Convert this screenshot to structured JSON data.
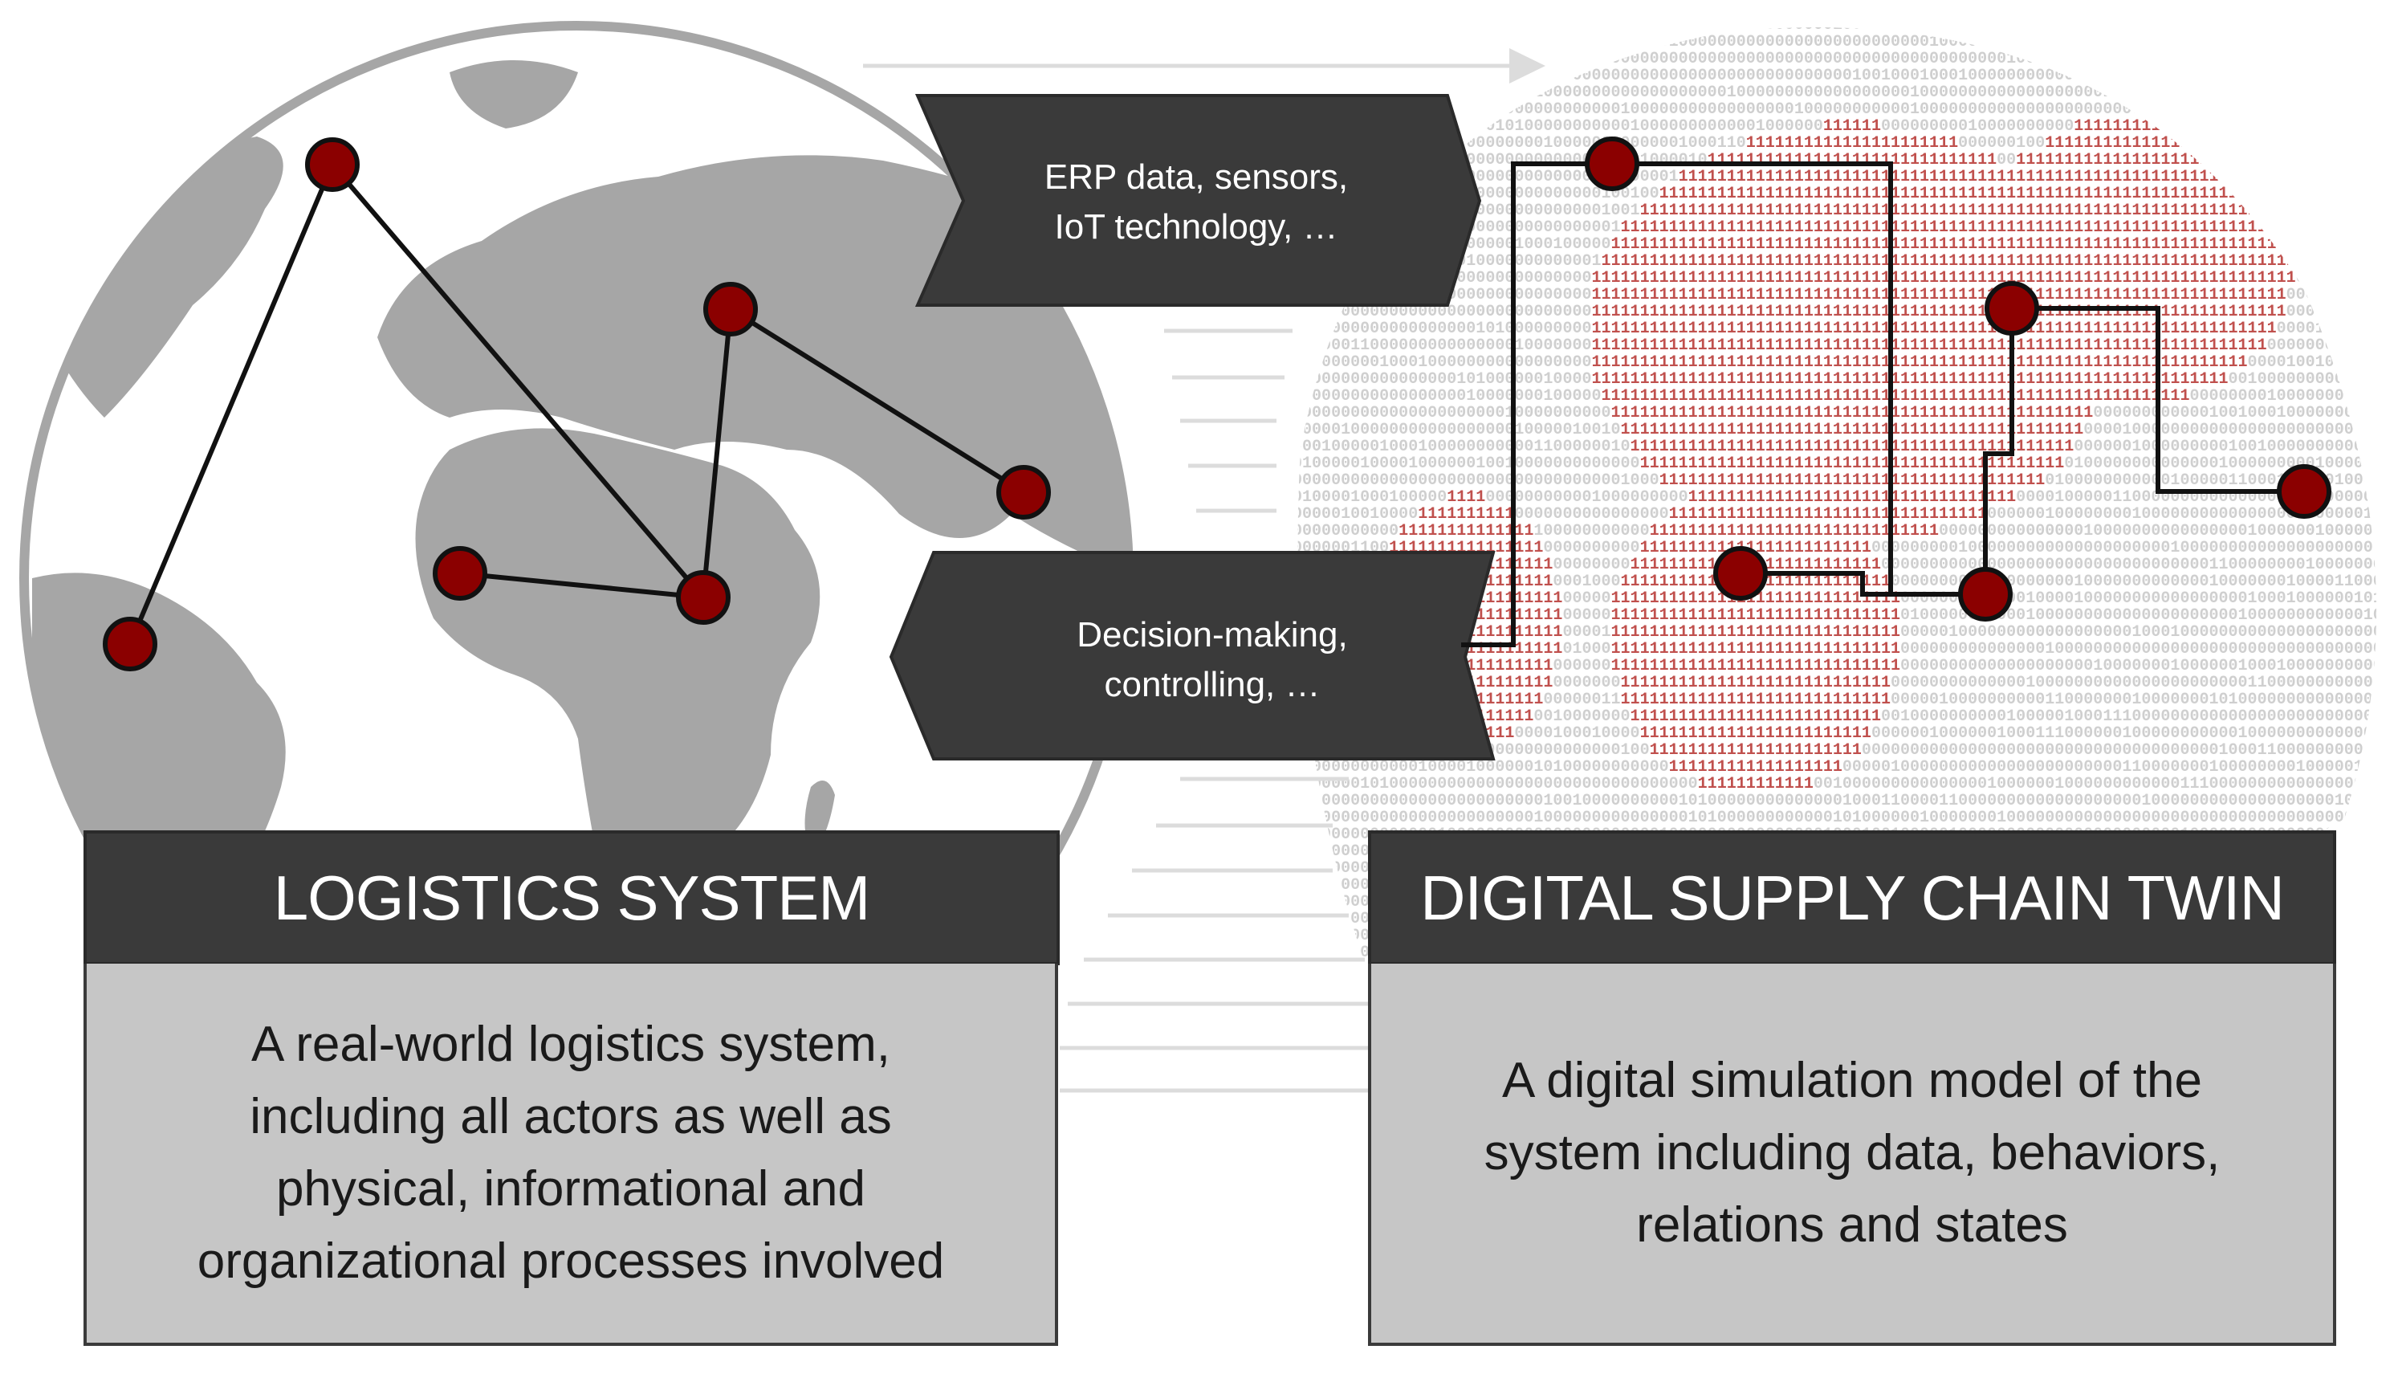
{
  "logistics_system": {
    "title": "LOGISTICS SYSTEM",
    "description": "A real-world logistics system,\nincluding all actors as well as\nphysical, informational and\norganizational processes involved"
  },
  "digital_twin": {
    "title": "DIGITAL SUPPLY CHAIN TWIN",
    "description": "A digital simulation model of the\nsystem including data, behaviors,\nrelations and states"
  },
  "flows": {
    "to_twin": "ERP data, sensors,\nIoT technology, …",
    "to_system": "Decision-making,\ncontrolling, …"
  },
  "colors": {
    "node": "#8b0000",
    "dark_box": "#3a3a3a",
    "light_box": "#c6c6c6",
    "globe_land": "#a6a6a6",
    "binary_red": "#c0504d",
    "binary_grey": "#cfcfcf"
  }
}
